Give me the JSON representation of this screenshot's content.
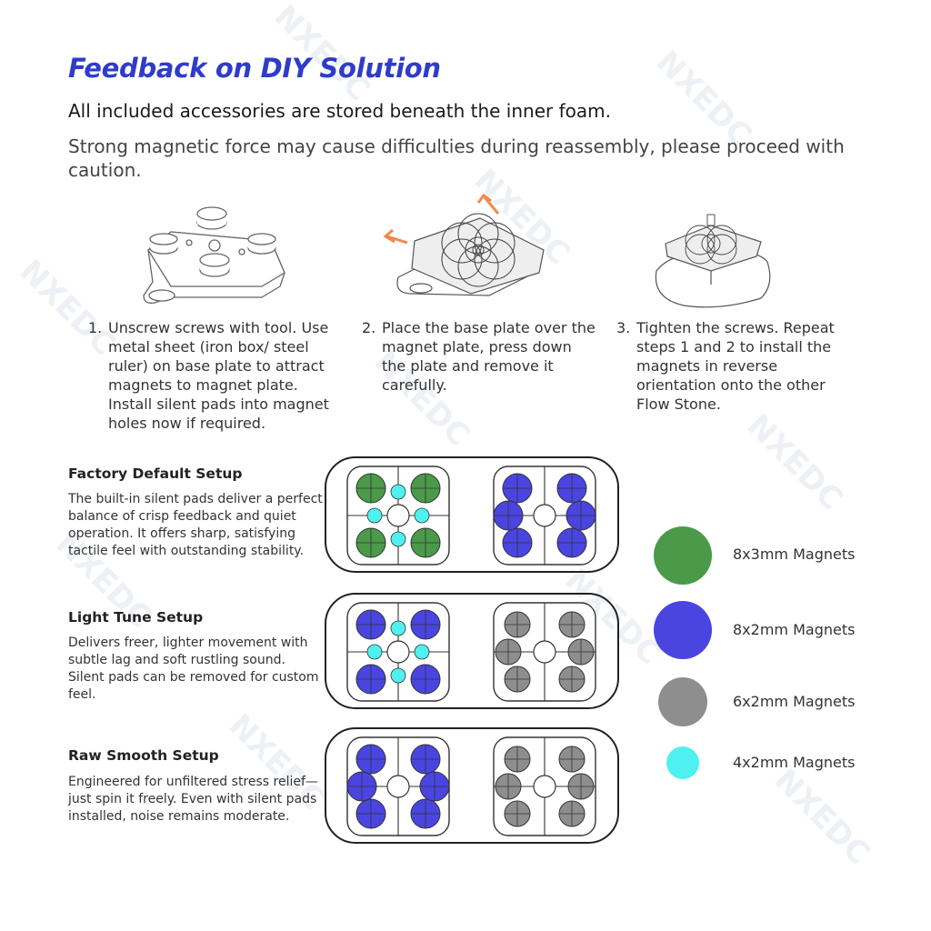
{
  "title": "Feedback on DIY Solution",
  "notes": [
    "All included accessories are stored beneath the inner foam.",
    "Strong magnetic force may cause difficulties during reassembly, please proceed with caution."
  ],
  "steps": [
    {
      "number": "1.",
      "text": "Unscrew screws with tool. Use metal sheet (iron box/ steel ruler) on base plate to attract magnets to magnet plate. Install silent pads into magnet holes now if required."
    },
    {
      "number": "2.",
      "text": "Place the base plate over the magnet plate, press down the plate and remove it carefully."
    },
    {
      "number": "3.",
      "text": "Tighten the screws. Repeat steps 1 and 2 to install the magnets in reverse orientation onto the other Flow Stone."
    }
  ],
  "setups": [
    {
      "title": "Factory Default Setup",
      "description": "The built-in silent pads deliver a perfect balance of crisp feedback and quiet operation. It offers sharp, satisfying tactile feel with outstanding stability.",
      "left": {
        "large": "green",
        "small": "cyan"
      },
      "right": {
        "large": "blue",
        "small": "none"
      }
    },
    {
      "title": "Light Tune Setup",
      "description": "Delivers freer, lighter movement with subtle lag and soft rustling sound. Silent pads can be removed for custom feel.",
      "left": {
        "large": "blue",
        "small": "cyan"
      },
      "right": {
        "large": "gray",
        "small": "none"
      }
    },
    {
      "title": "Raw Smooth Setup",
      "description": "Engineered for unfiltered stress relief—just spin it freely. Even with silent pads installed, noise remains moderate.",
      "left": {
        "large": "blue",
        "small": "none"
      },
      "right": {
        "large": "gray",
        "small": "none"
      }
    }
  ],
  "legend": [
    {
      "label": "8x3mm Magnets",
      "color": "green"
    },
    {
      "label": "8x2mm Magnets",
      "color": "blue"
    },
    {
      "label": "6x2mm Magnets",
      "color": "gray"
    },
    {
      "label": "4x2mm Magnets",
      "color": "cyan"
    }
  ],
  "colors": {
    "title": "#2f3cc9",
    "green": "#4a9a4a",
    "blue": "#4a45e0",
    "gray": "#8e8e8e",
    "cyan": "#4ef0f0",
    "arrow": "#f08a4b"
  },
  "watermark": "NXEDC"
}
